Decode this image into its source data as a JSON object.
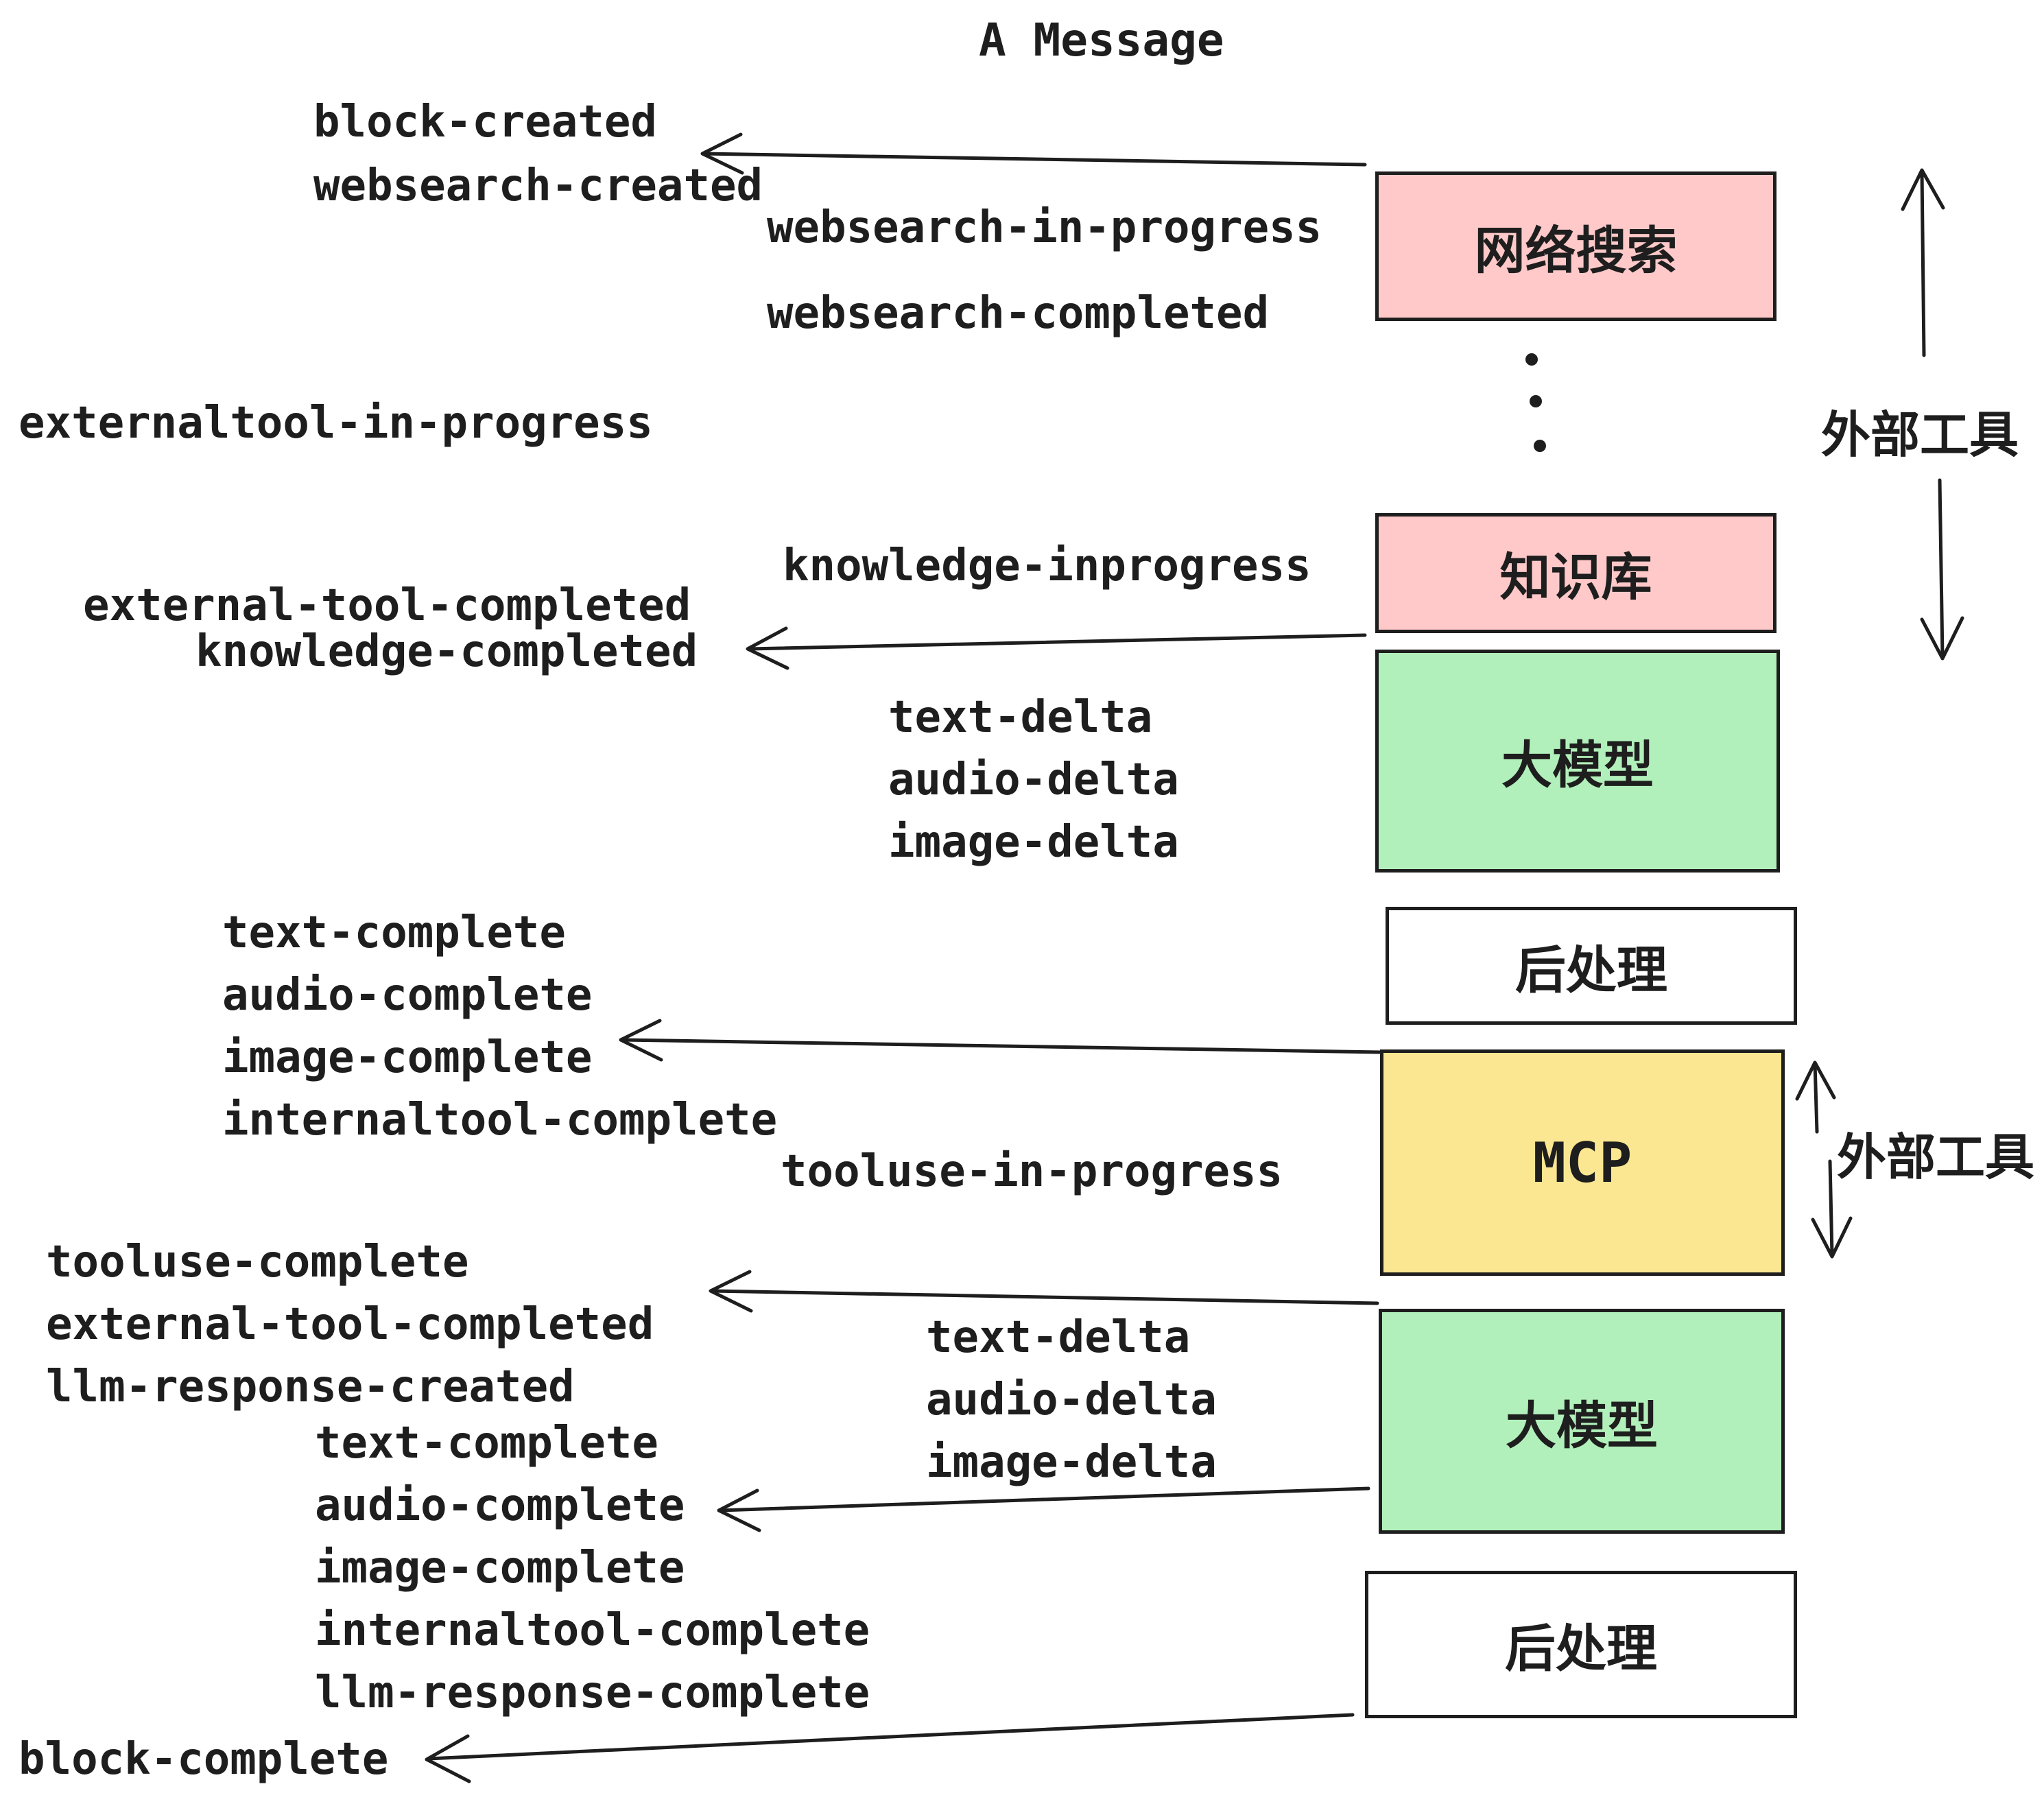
{
  "title": "A Message",
  "colors": {
    "stroke": "#1e1e1e",
    "pink": "#ffc9c9",
    "green": "#b2f0bb",
    "yellow": "#fbe791",
    "white": "#ffffff"
  },
  "boxes": [
    {
      "id": "websearch",
      "label": "网络搜索",
      "color": "#ffc9c9"
    },
    {
      "id": "knowledge",
      "label": "知识库",
      "color": "#ffc9c9"
    },
    {
      "id": "llm-1",
      "label": "大模型",
      "color": "#b2f0bb"
    },
    {
      "id": "postprocess-1",
      "label": "后处理",
      "color": "#ffffff"
    },
    {
      "id": "mcp",
      "label": "MCP",
      "color": "#fbe791"
    },
    {
      "id": "llm-2",
      "label": "大模型",
      "color": "#b2f0bb"
    },
    {
      "id": "postprocess-2",
      "label": "后处理",
      "color": "#ffffff"
    }
  ],
  "side_labels": {
    "external_tools_top": "外部工具",
    "external_tools_mid": "外部工具"
  },
  "events": {
    "block_created": "block-created",
    "websearch_created": "websearch-created",
    "websearch_in_progress": "websearch-in-progress",
    "websearch_completed": "websearch-completed",
    "externaltool_in_progress": "externaltool-in-progress",
    "knowledge_inprogress": "knowledge-inprogress",
    "external_tool_completed": "external-tool-completed",
    "knowledge_completed": "knowledge-completed",
    "delta_group_1": [
      "text-delta",
      "audio-delta",
      "image-delta"
    ],
    "complete_group_1": [
      "text-complete",
      "audio-complete",
      "image-complete",
      "internaltool-complete"
    ],
    "tooluse_in_progress": "tooluse-in-progress",
    "tool_group": [
      "tooluse-complete",
      "external-tool-completed",
      "llm-response-created"
    ],
    "delta_group_2": [
      "text-delta",
      "audio-delta",
      "image-delta"
    ],
    "complete_group_2": [
      "text-complete",
      "audio-complete",
      "image-complete",
      "internaltool-complete",
      "llm-response-complete"
    ],
    "block_complete": "block-complete"
  }
}
